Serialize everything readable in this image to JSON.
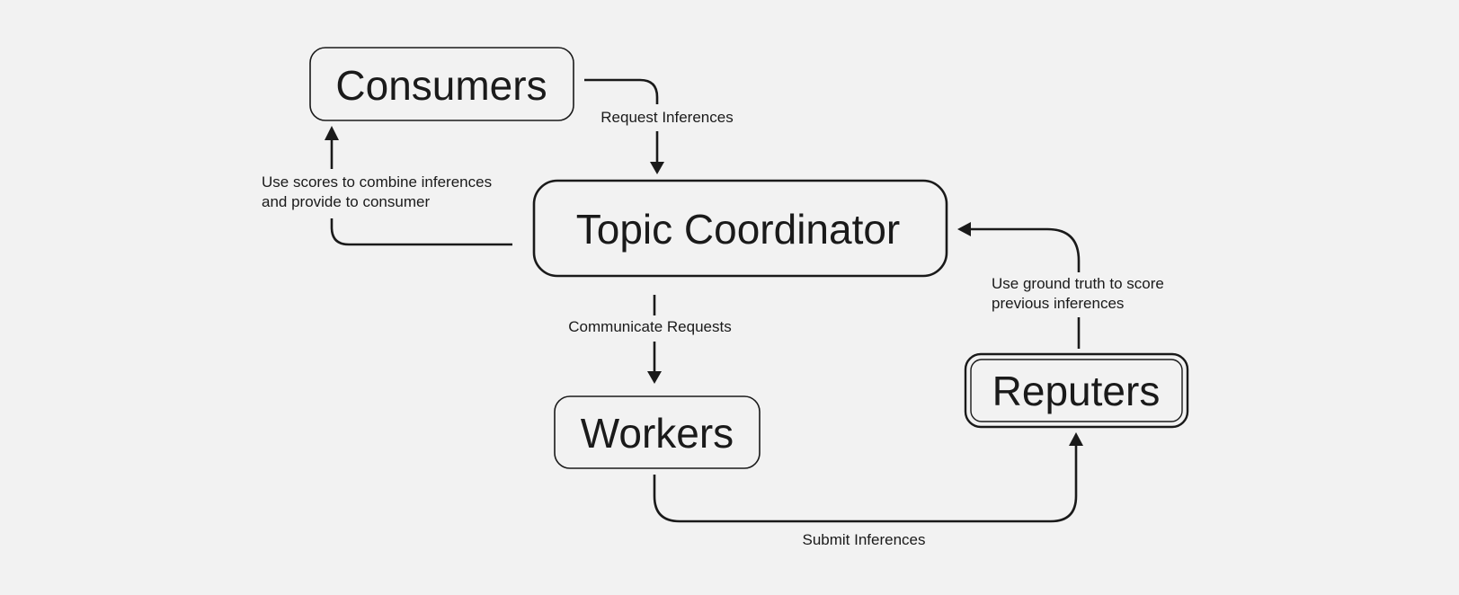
{
  "nodes": {
    "consumers": "Consumers",
    "topic_coordinator": "Topic Coordinator",
    "workers": "Workers",
    "reputers": "Reputers"
  },
  "edges": {
    "request_inferences": "Request Inferences",
    "use_scores": [
      "Use scores to combine inferences",
      "and provide to consumer"
    ],
    "communicate_requests": "Communicate Requests",
    "submit_inferences": "Submit Inferences",
    "ground_truth": [
      "Use ground truth to score",
      "previous inferences"
    ]
  },
  "colors": {
    "background": "#f2f2f2",
    "ink": "#1a1a1a"
  }
}
